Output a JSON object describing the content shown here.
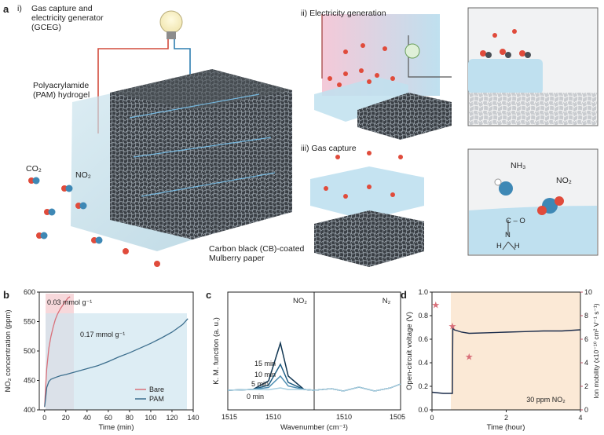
{
  "panel_a": {
    "label": "a",
    "sub_i": "i)",
    "gceg_title": "Gas capture and",
    "gceg_title2": "electricity generator",
    "gceg_abbr": "(GCEG)",
    "pam_1": "Polyacrylamide",
    "pam_2": "(PAM) hydrogel",
    "co2": "CO₂",
    "no2": "NO₂",
    "cb_1": "Carbon black (CB)-coated",
    "cb_2": "Mulberry paper",
    "sub_ii": "ii) Electricity generation",
    "sub_iii": "iii) Gas capture",
    "nh3": "NH₃",
    "no2_right": "NO₂",
    "mol_c_o": "C – O",
    "mol_n": "N",
    "mol_h": "H      H"
  },
  "panel_b": {
    "label": "b",
    "ylabel": "NO₂ concentration (ppm)",
    "xlabel": "Time (min)",
    "ann_bare": "0.03 mmol g⁻¹",
    "ann_pam": "0.17 mmol g⁻¹",
    "legend": [
      "Bare",
      "PAM"
    ]
  },
  "panel_c": {
    "label": "c",
    "ylabel": "K. M. function (a. u.)",
    "xlabel": "Wavenumber (cm⁻¹)",
    "left_title": "NO₂",
    "right_title": "N₂",
    "curve_labels": [
      "15 min",
      "10 min",
      "5 min",
      "0 min"
    ]
  },
  "panel_d": {
    "label": "d",
    "ylabel_left": "Open-circuit voltage (V)",
    "ylabel_right": "Ion mobility (x10⁻¹⁰ cm² V⁻¹ s⁻¹)",
    "xlabel": "Time (hour)",
    "annotation": "30 ppm NO₂"
  },
  "chart_data": [
    {
      "type": "line",
      "panel": "b",
      "xlabel": "Time (min)",
      "ylabel": "NO₂ concentration (ppm)",
      "xlim": [
        -5,
        140
      ],
      "ylim": [
        400,
        600
      ],
      "xticks": [
        0,
        20,
        40,
        60,
        80,
        100,
        120,
        140
      ],
      "yticks": [
        400,
        450,
        500,
        550,
        600
      ],
      "series": [
        {
          "name": "Bare",
          "color": "#d9707a",
          "x": [
            0,
            1,
            2,
            4,
            6,
            8,
            10,
            12,
            15,
            18,
            20,
            22,
            24
          ],
          "y": [
            405,
            440,
            470,
            505,
            525,
            540,
            553,
            562,
            572,
            580,
            585,
            590,
            592
          ]
        },
        {
          "name": "PAM",
          "color": "#3d6f8e",
          "x": [
            0,
            1,
            2,
            4,
            6,
            10,
            15,
            20,
            30,
            40,
            50,
            60,
            70,
            80,
            90,
            100,
            110,
            120,
            130,
            135
          ],
          "y": [
            405,
            420,
            438,
            448,
            452,
            455,
            458,
            460,
            465,
            470,
            475,
            482,
            490,
            497,
            505,
            513,
            522,
            532,
            545,
            555
          ]
        }
      ],
      "shaded_regions": [
        {
          "label": "0.03 mmol g⁻¹",
          "color": "#f3c8cc"
        },
        {
          "label": "0.17 mmol g⁻¹",
          "color": "#cfe5ef"
        }
      ]
    },
    {
      "type": "line",
      "panel": "c",
      "xlabel": "Wavenumber (cm⁻¹)",
      "ylabel": "K. M. function (a. u.)",
      "subpanels": [
        "NO₂",
        "N₂"
      ],
      "xticks_left": [
        1515,
        1510
      ],
      "xticks_right": [
        1510,
        1505
      ],
      "series": [
        {
          "name": "15 min",
          "color": "#0f3551",
          "peak": 1.0
        },
        {
          "name": "10 min",
          "color": "#1f5e84",
          "peak": 0.55
        },
        {
          "name": "5 min",
          "color": "#4e8fb3",
          "peak": 0.3
        },
        {
          "name": "0 min",
          "color": "#a9cfe0",
          "peak": 0.05
        }
      ]
    },
    {
      "type": "line",
      "panel": "d",
      "xlabel": "Time (hour)",
      "ylabel": "Open-circuit voltage (V)",
      "ylabel_right": "Ion mobility (x10⁻¹⁰ cm² V⁻¹ s⁻¹)",
      "xlim": [
        0,
        4
      ],
      "ylim": [
        0,
        1.0
      ],
      "ylim_right": [
        0,
        10
      ],
      "xticks": [
        0,
        2,
        4
      ],
      "yticks": [
        0,
        0.2,
        0.4,
        0.6,
        0.8,
        1.0
      ],
      "yticks_right": [
        0,
        2,
        4,
        6,
        8,
        10
      ],
      "series": [
        {
          "name": "voltage",
          "color": "#1a2b4a",
          "x": [
            0,
            0.3,
            0.55,
            0.56,
            0.6,
            0.8,
            1.0,
            1.5,
            2.0,
            2.5,
            3.0,
            3.5,
            4.0
          ],
          "y": [
            0.15,
            0.14,
            0.14,
            0.7,
            0.68,
            0.66,
            0.65,
            0.655,
            0.66,
            0.665,
            0.67,
            0.67,
            0.68
          ]
        },
        {
          "name": "ion mobility",
          "color": "#d9707a",
          "marker": "star",
          "x": [
            0.1,
            0.55,
            1.0
          ],
          "y": [
            8.9,
            7.1,
            4.5
          ]
        }
      ],
      "shaded_region": {
        "x": [
          0.55,
          4.0
        ],
        "color": "#fbe7d2",
        "label": "30 ppm NO₂"
      }
    }
  ]
}
